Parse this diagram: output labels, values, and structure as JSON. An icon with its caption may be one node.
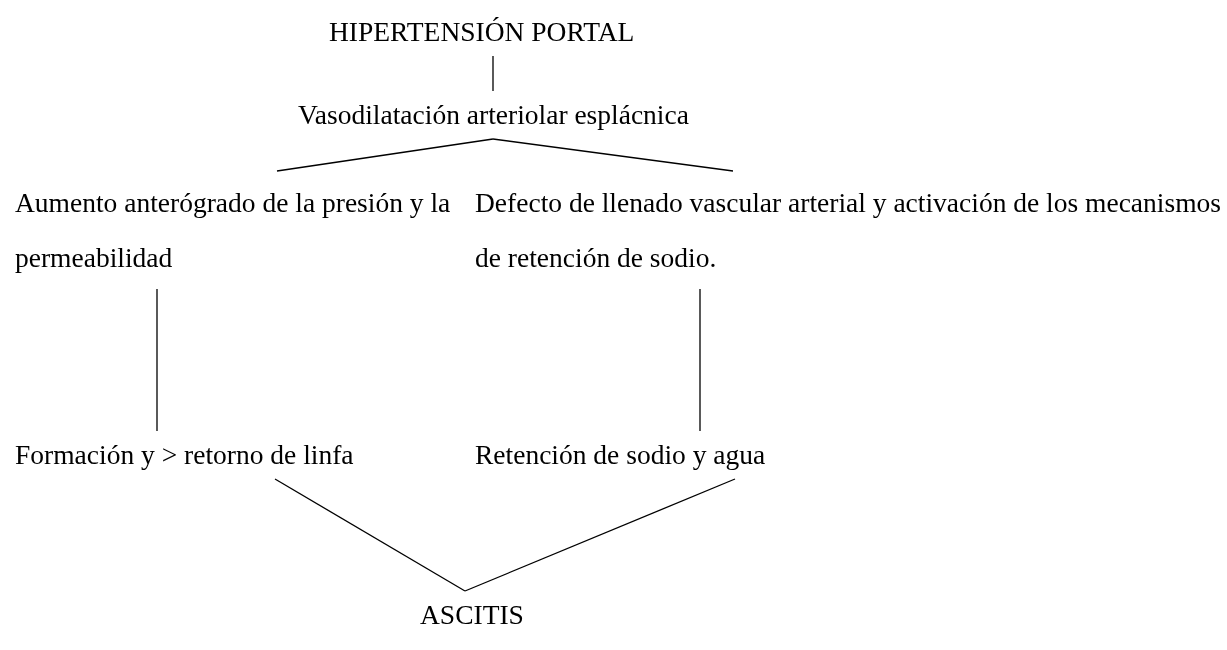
{
  "diagram": {
    "nodes": [
      {
        "text": [
          "HIPERTENSIÓN PORTAL"
        ]
      },
      {
        "text": [
          "Vasodilatación arteriolar esplácnica"
        ]
      },
      {
        "text": [
          "Aumento anterógrado de la presión y la permeabilidad"
        ]
      },
      {
        "text": [
          "Defecto de llenado vascular arterial y activación de los mecanismos de retención de sodio."
        ]
      },
      {
        "text": [
          "Formación y > retorno de linfa"
        ]
      },
      {
        "text": [
          "Retención de sodio y agua"
        ]
      },
      {
        "text": [
          "ASCITIS"
        ]
      }
    ],
    "edges": [
      {
        "from": 0,
        "to": 1,
        "arrow": "none"
      },
      {
        "from": 1,
        "to": 2,
        "arrow": "none"
      },
      {
        "from": 1,
        "to": 3,
        "arrow": "none"
      },
      {
        "from": 2,
        "to": 4,
        "arrow": "none"
      },
      {
        "from": 3,
        "to": 5,
        "arrow": "none"
      },
      {
        "from": 4,
        "to": 6,
        "arrow": "none"
      },
      {
        "from": 5,
        "to": 6,
        "arrow": "none"
      }
    ]
  }
}
